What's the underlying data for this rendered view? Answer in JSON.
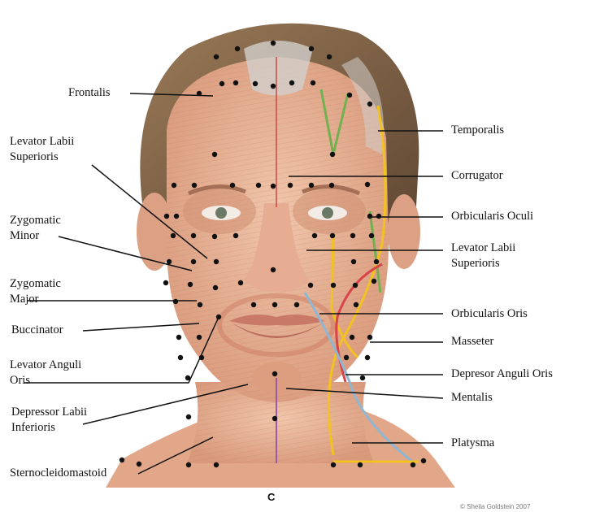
{
  "panel_letter": "C",
  "credit": "© Sheila Goldstein 2007",
  "colors": {
    "skin": "#e9b89b",
    "skin_shadow": "#cf8f72",
    "muscle": "#d98c73",
    "hair": "#8a6a4c",
    "hair_dark": "#5a4330",
    "tendon": "#d2d0cc",
    "nerve_yellow": "#f2c320",
    "nerve_green": "#72b050",
    "artery_red": "#d9434a",
    "vein_blue": "#8fb7d3",
    "vein_purple": "#9c5aa8",
    "point": "#111111",
    "leader": "#111111"
  },
  "labels": {
    "frontalis": "Frontalis",
    "levator_labii_sup_left": "Levator Labii\nSuperioris",
    "zygomatic_minor": "Zygomatic\nMinor",
    "zygomatic_major": "Zygomatic\nMajor",
    "buccinator": "Buccinator",
    "levator_anguli_oris": "Levator Anguli\nOris",
    "depressor_labii_inferioris": "Depressor Labii\nInferioris",
    "sternocleidomastoid": "Sternocleidomastoid",
    "temporalis": "Temporalis",
    "corrugator": "Corrugator",
    "orbicularis_oculi": "Orbicularis Oculi",
    "levator_labii_sup_right": "Levator Labii\nSuperioris",
    "orbicularis_oris": "Orbicularis Oris",
    "masseter": "Masseter",
    "depresor_anguli_oris": "Depresor Anguli Oris",
    "mentalis": "Mentalis",
    "platysma": "Platysma"
  }
}
